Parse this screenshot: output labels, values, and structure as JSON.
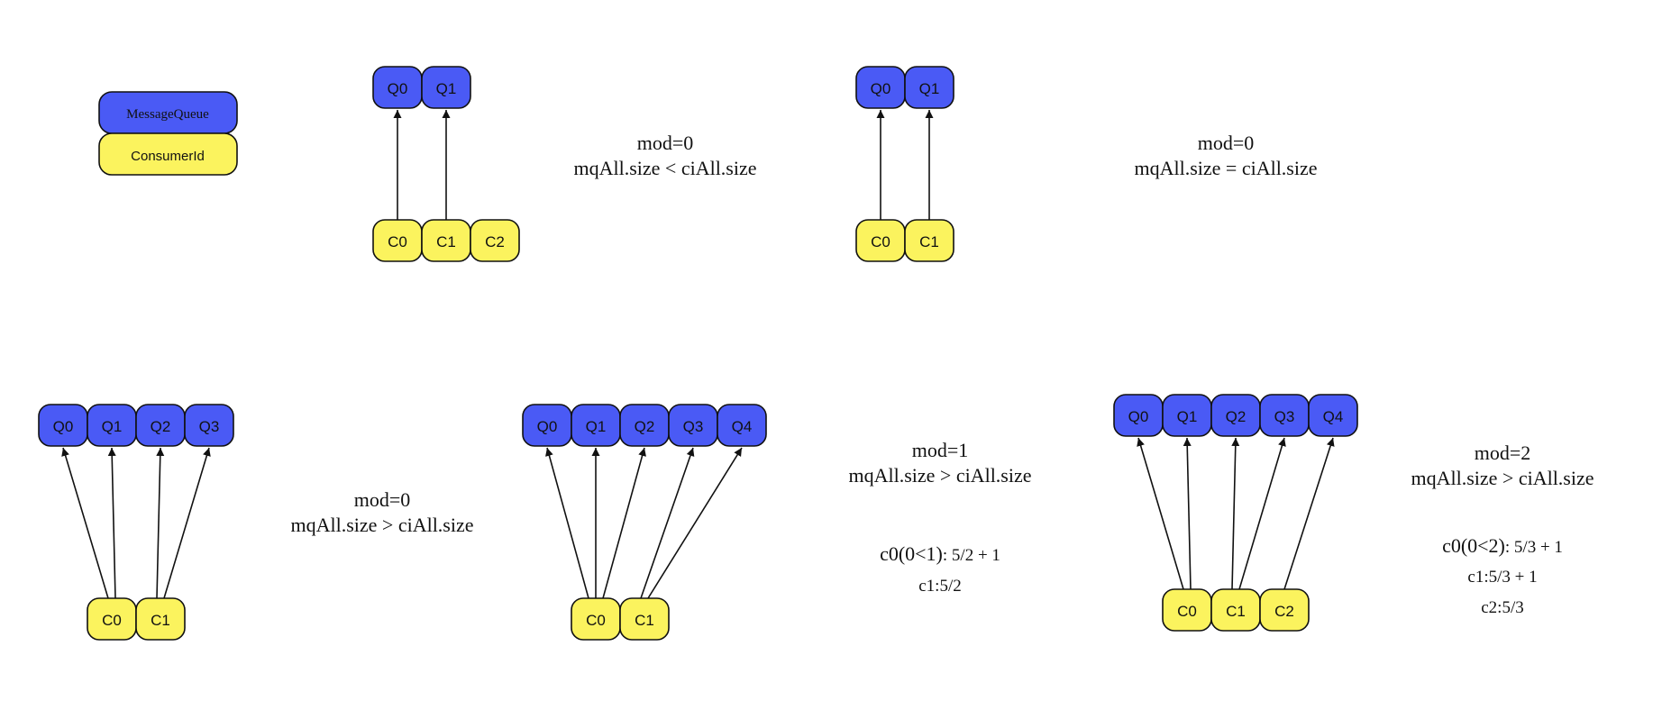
{
  "legend": {
    "queue_label": "MessageQueue",
    "consumer_label": "ConsumerId"
  },
  "colors": {
    "queue": "#4a5af5",
    "consumer": "#fbf35e",
    "stroke": "#111111"
  },
  "diagrams": [
    {
      "id": "d1",
      "queues": [
        "Q0",
        "Q1"
      ],
      "consumers": [
        "C0",
        "C1",
        "C2"
      ],
      "edges": [
        [
          0,
          0
        ],
        [
          1,
          1
        ]
      ],
      "caption": [
        "mod=0",
        "mqAll.size < ciAll.size"
      ],
      "notes": []
    },
    {
      "id": "d2",
      "queues": [
        "Q0",
        "Q1"
      ],
      "consumers": [
        "C0",
        "C1"
      ],
      "edges": [
        [
          0,
          0
        ],
        [
          1,
          1
        ]
      ],
      "caption": [
        "mod=0",
        "mqAll.size = ciAll.size"
      ],
      "notes": []
    },
    {
      "id": "d3",
      "queues": [
        "Q0",
        "Q1",
        "Q2",
        "Q3"
      ],
      "consumers": [
        "C0",
        "C1"
      ],
      "edges": [
        [
          0,
          0
        ],
        [
          0,
          1
        ],
        [
          1,
          2
        ],
        [
          1,
          3
        ]
      ],
      "caption": [
        "mod=0",
        "mqAll.size > ciAll.size"
      ],
      "notes": []
    },
    {
      "id": "d4",
      "queues": [
        "Q0",
        "Q1",
        "Q2",
        "Q3",
        "Q4"
      ],
      "consumers": [
        "C0",
        "C1"
      ],
      "edges": [
        [
          0,
          0
        ],
        [
          0,
          1
        ],
        [
          0,
          2
        ],
        [
          1,
          3
        ],
        [
          1,
          4
        ]
      ],
      "caption": [
        "mod=1",
        "mqAll.size > ciAll.size"
      ],
      "notes": [
        {
          "strong": "c0(0<1)",
          "rest": ": 5/2 + 1"
        },
        {
          "strong": "",
          "rest": "c1:5/2"
        }
      ]
    },
    {
      "id": "d5",
      "queues": [
        "Q0",
        "Q1",
        "Q2",
        "Q3",
        "Q4"
      ],
      "consumers": [
        "C0",
        "C1",
        "C2"
      ],
      "edges": [
        [
          0,
          0
        ],
        [
          0,
          1
        ],
        [
          1,
          2
        ],
        [
          1,
          3
        ],
        [
          2,
          4
        ]
      ],
      "caption": [
        "mod=2",
        "mqAll.size > ciAll.size"
      ],
      "notes": [
        {
          "strong": "c0(0<2)",
          "rest": ": 5/3 + 1"
        },
        {
          "strong": "",
          "rest": "c1:5/3 + 1"
        },
        {
          "strong": "",
          "rest": "c2:5/3"
        }
      ]
    }
  ]
}
